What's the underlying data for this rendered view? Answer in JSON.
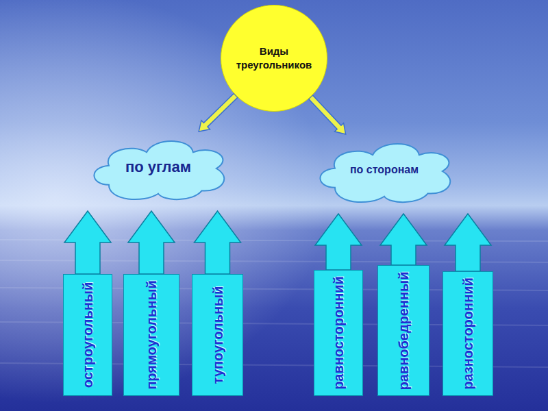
{
  "diagram": {
    "nodes": [
      {
        "text": [
          "Виды треугольников"
        ]
      },
      {
        "text": [
          "по углам"
        ]
      },
      {
        "text": [
          "по сторонам"
        ]
      },
      {
        "text": [
          "остроугольный"
        ]
      },
      {
        "text": [
          "прямоугольный"
        ]
      },
      {
        "text": [
          "тупоугольный"
        ]
      },
      {
        "text": [
          "равносторонний"
        ]
      },
      {
        "text": [
          "равнобедренный"
        ]
      },
      {
        "text": [
          "разносторонний"
        ]
      }
    ],
    "edges": [
      {
        "from": 0,
        "to": 1,
        "arrow": "to"
      },
      {
        "from": 0,
        "to": 2,
        "arrow": "to"
      },
      {
        "from": 3,
        "to": 1,
        "arrow": "to"
      },
      {
        "from": 4,
        "to": 1,
        "arrow": "to"
      },
      {
        "from": 5,
        "to": 1,
        "arrow": "to"
      },
      {
        "from": 6,
        "to": 2,
        "arrow": "to"
      },
      {
        "from": 7,
        "to": 2,
        "arrow": "to"
      },
      {
        "from": 8,
        "to": 2,
        "arrow": "to"
      }
    ]
  }
}
